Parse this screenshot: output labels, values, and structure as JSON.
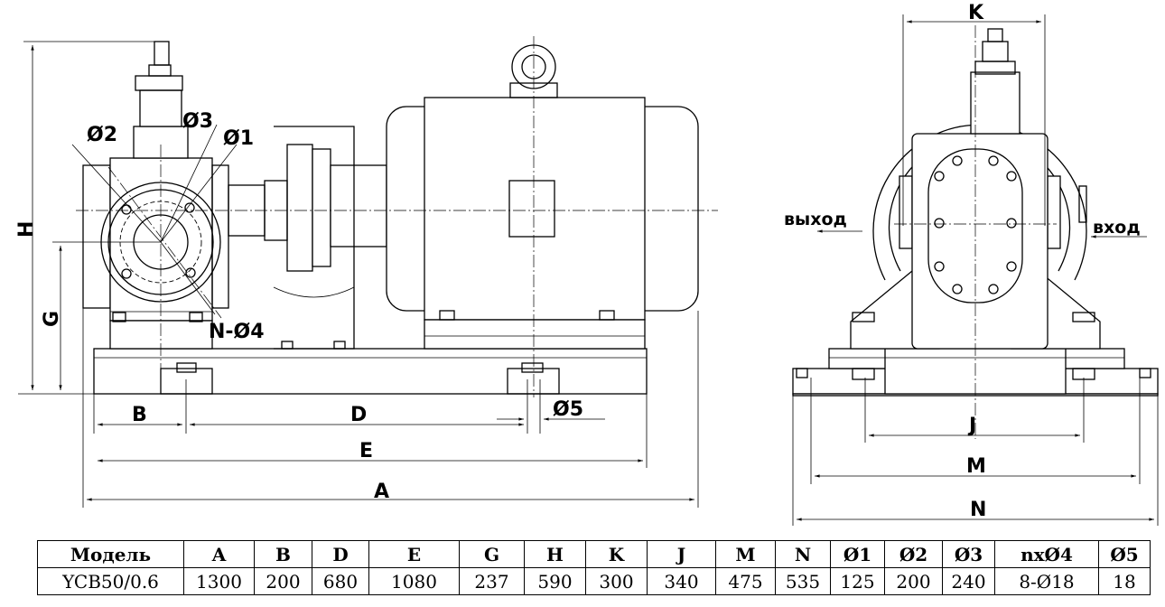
{
  "drawing": {
    "side_view": {
      "labels": {
        "H": "H",
        "G": "G",
        "B": "B",
        "D": "D",
        "E": "E",
        "A": "A",
        "d1": "Ø1",
        "d2": "Ø2",
        "d3": "Ø3",
        "n_d4": "N-Ø4",
        "d5": "Ø5"
      }
    },
    "front_view": {
      "labels": {
        "K": "K",
        "J": "J",
        "M": "M",
        "N": "N",
        "outlet": "выход",
        "inlet": "вход"
      }
    }
  },
  "spec_table": {
    "headers": [
      "Модель",
      "A",
      "B",
      "D",
      "E",
      "G",
      "H",
      "K",
      "J",
      "M",
      "N",
      "Ø1",
      "Ø2",
      "Ø3",
      "nxØ4",
      "Ø5"
    ],
    "rows": [
      [
        "YCB50/0.6",
        "1300",
        "200",
        "680",
        "1080",
        "237",
        "590",
        "300",
        "340",
        "475",
        "535",
        "125",
        "200",
        "240",
        "8-Ø18",
        "18"
      ]
    ]
  }
}
